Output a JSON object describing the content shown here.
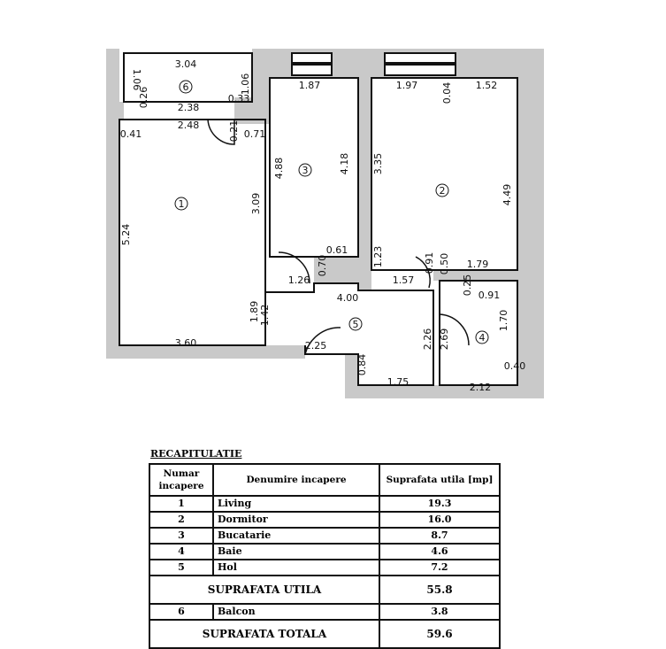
{
  "plan": {
    "rooms": [
      "1",
      "2",
      "3",
      "4",
      "5",
      "6"
    ],
    "dims": [
      "1.06",
      "3.04",
      "0.26",
      "1.06",
      "0.33",
      "2.38",
      "2.48",
      "0.41",
      "0.21",
      "0.71",
      "1.87",
      "1.97",
      "0.04",
      "1.52",
      "4.88",
      "4.18",
      "3.35",
      "4.49",
      "5.24",
      "3.09",
      "0.61",
      "0.70",
      "1.23",
      "0.91",
      "0.50",
      "1.79",
      "1.26",
      "1.57",
      "4.00",
      "0.25",
      "0.91",
      "1.89",
      "1.42",
      "2.26",
      "2.69",
      "1.70",
      "3.60",
      "2.25",
      "0.84",
      "1.75",
      "0.40",
      "2.12"
    ]
  },
  "recap": {
    "title": "RECAPITULATIE",
    "headers": [
      "Numar incapere",
      "Denumire incapere",
      "Suprafata utila [mp]"
    ],
    "rows": [
      {
        "nr": "1",
        "name": "Living",
        "area": "19.3"
      },
      {
        "nr": "2",
        "name": "Dormitor",
        "area": "16.0"
      },
      {
        "nr": "3",
        "name": "Bucatarie",
        "area": "8.7"
      },
      {
        "nr": "4",
        "name": "Baie",
        "area": "4.6"
      },
      {
        "nr": "5",
        "name": "Hol",
        "area": "7.2"
      }
    ],
    "util_label": "SUPRAFATA  UTILA",
    "util_value": "55.8",
    "balcony": {
      "nr": "6",
      "name": "Balcon",
      "area": "3.8"
    },
    "total_label": "SUPRAFATA  TOTALA",
    "total_value": "59.6"
  }
}
